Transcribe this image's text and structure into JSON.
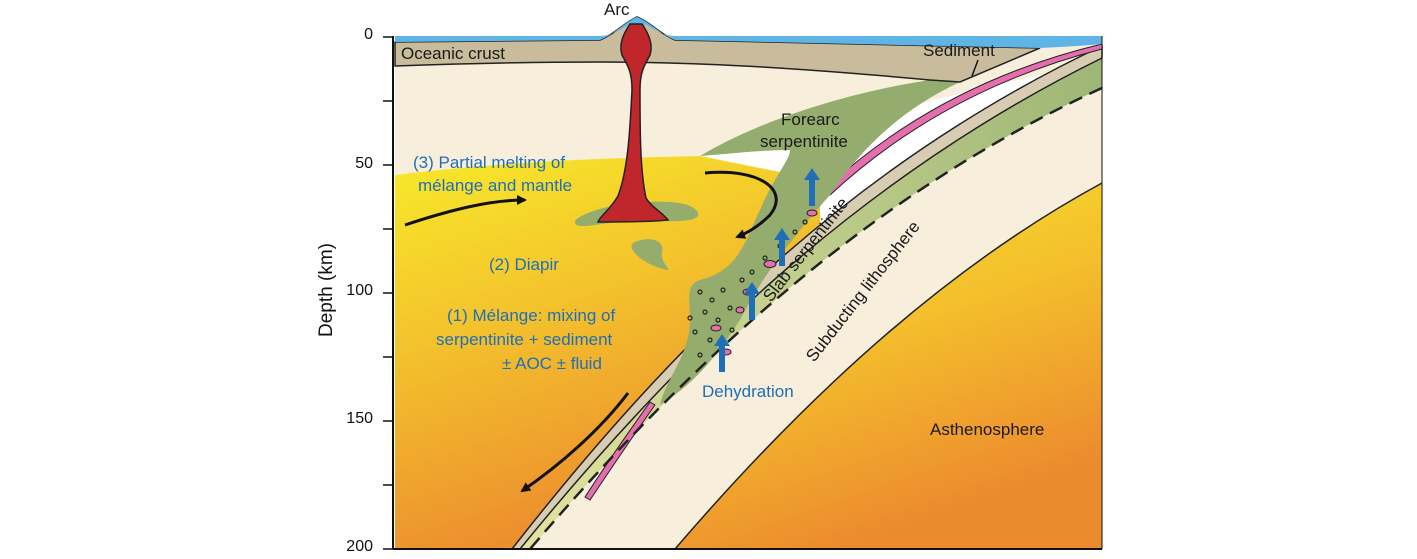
{
  "axis": {
    "title": "Depth (km)",
    "ticks": [
      "0",
      "50",
      "100",
      "150",
      "200"
    ]
  },
  "labels": {
    "arc": "Arc",
    "oceanic_crust": "Oceanic crust",
    "sediment": "Sediment",
    "forearc_line1": "Forearc",
    "forearc_line2": "serpentinite",
    "slab_serpentinite": "Slab serpentinite",
    "subducting_lithosphere": "Subducting lithosphere",
    "asthenosphere": "Asthenosphere",
    "dehydration": "Dehydration",
    "partial_melting_line1": "(3) Partial melting of",
    "partial_melting_line2": "mélange and mantle",
    "diapir": "(2) Diapir",
    "melange_line1": "(1) Mélange: mixing of",
    "melange_line2": "serpentinite + sediment",
    "melange_line3": "± AOC ± fluid"
  },
  "colors": {
    "ocean": "#5fb4e6",
    "crust": "#c9bc9c",
    "lithosphere_mantle": "#f7efdc",
    "forearc_green": "#94ad6e",
    "magma": "#c0272d",
    "sediment_pink": "#e56fae",
    "arrow_blue": "#1f6fb8",
    "text_blue": "#1f6fb8"
  }
}
